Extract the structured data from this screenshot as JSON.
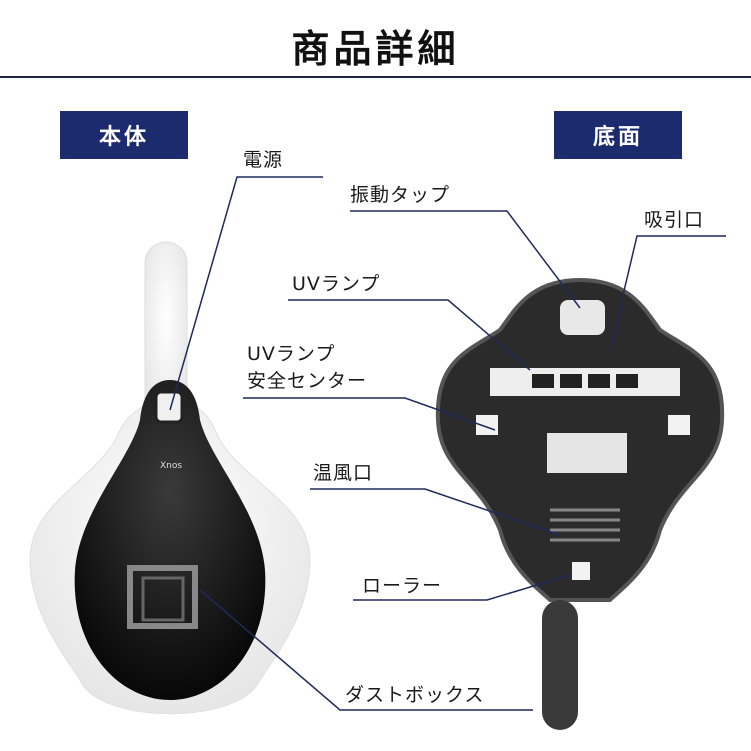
{
  "header": {
    "title": "商品詳細"
  },
  "sections": {
    "body": {
      "badge": "本体"
    },
    "bottom": {
      "badge": "底面"
    }
  },
  "callouts": {
    "power": "電源",
    "vibration_tap": "振動タップ",
    "suction_port": "吸引口",
    "uv_lamp": "UVランプ",
    "uv_safety_line1": "UVランプ",
    "uv_safety_line2": "安全センター",
    "warm_air_outlet": "温風口",
    "roller": "ローラー",
    "dust_box": "ダストボックス"
  },
  "product": {
    "brand_logo": "Xnos"
  },
  "colors": {
    "accent": "#1c2a6e",
    "leader_line": "#1f2a5a"
  }
}
